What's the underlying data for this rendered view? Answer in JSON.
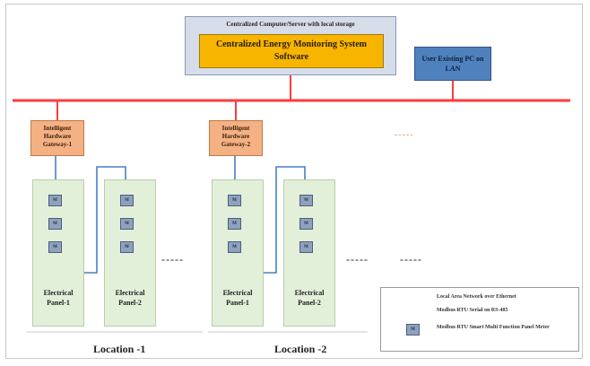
{
  "server": {
    "title": "Centralized Computer/Server with local storage",
    "software": "Centralized Energy Monitoring System Software"
  },
  "user_pc": "User Existing PC on LAN",
  "colors": {
    "lan": "#ff3b3b",
    "modbus": "#4a7fc1",
    "panel_fill": "#e2efd9",
    "gateway_fill": "#f4b183",
    "software_fill": "#f7b500",
    "pc_fill": "#4f81bd"
  },
  "gateways": [
    {
      "label": "Intelligent Hardware Gateway-1"
    },
    {
      "label": "Intelligent Hardware Gateway-2"
    }
  ],
  "panels": [
    {
      "label": "Electrical Panel-1",
      "meters": [
        "M",
        "M",
        "M"
      ]
    },
    {
      "label": "Electrical Panel-2",
      "meters": [
        "M",
        "M",
        "M"
      ]
    },
    {
      "label": "Electrical Panel-1",
      "meters": [
        "M",
        "M",
        "M"
      ]
    },
    {
      "label": "Electrical Panel-2",
      "meters": [
        "M",
        "M",
        "M"
      ]
    }
  ],
  "ellipsis": "-----",
  "locations": [
    "Location -1",
    "Location -2"
  ],
  "legend": [
    {
      "symbol": "red-line",
      "text": "Local Area Network over Ethernet"
    },
    {
      "symbol": "blue-line",
      "text": "Modbus RTU Serial on RS-485"
    },
    {
      "symbol": "meter-box",
      "text": "Modbus RTU Smart Multi Function Panel Meter"
    }
  ]
}
